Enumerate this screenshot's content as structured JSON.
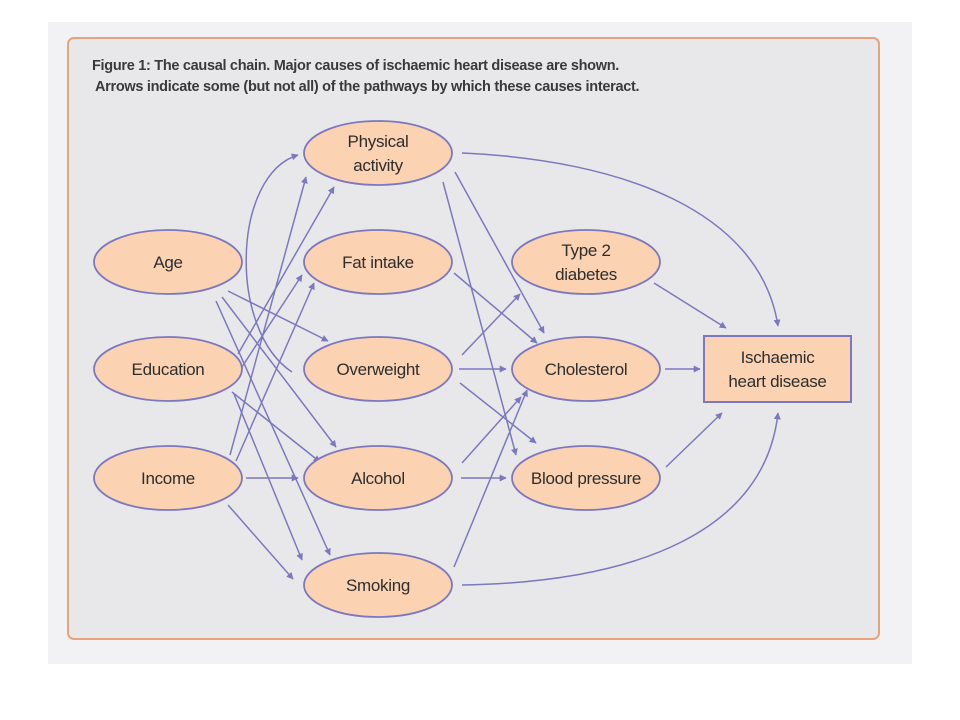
{
  "caption": {
    "line1": "Figure 1: The causal chain. Major causes of ischaemic heart disease are shown.",
    "line2": "Arrows indicate some (but not all) of the pathways by which these causes interact."
  },
  "colors": {
    "node_fill": "#fbd2b2",
    "node_stroke": "#7b78bf",
    "arrow": "#7b78bf",
    "panel_border": "#e6a37c",
    "panel_bg": "#e8e8eb"
  },
  "nodes": {
    "age": [
      "Age"
    ],
    "education": [
      "Education"
    ],
    "income": [
      "Income"
    ],
    "physical_activity": [
      "Physical",
      "activity"
    ],
    "fat_intake": [
      "Fat intake"
    ],
    "overweight": [
      "Overweight"
    ],
    "alcohol": [
      "Alcohol"
    ],
    "smoking": [
      "Smoking"
    ],
    "type2_diabetes": [
      "Type 2",
      "diabetes"
    ],
    "cholesterol": [
      "Cholesterol"
    ],
    "blood_pressure": [
      "Blood pressure"
    ],
    "ihd": [
      "Ischaemic",
      "heart disease"
    ]
  },
  "edges": [
    [
      "age",
      "overweight"
    ],
    [
      "age",
      "alcohol"
    ],
    [
      "age",
      "smoking"
    ],
    [
      "age",
      "physical_activity"
    ],
    [
      "education",
      "physical_activity"
    ],
    [
      "education",
      "fat_intake"
    ],
    [
      "education",
      "alcohol"
    ],
    [
      "education",
      "smoking"
    ],
    [
      "income",
      "physical_activity"
    ],
    [
      "income",
      "fat_intake"
    ],
    [
      "income",
      "alcohol"
    ],
    [
      "income",
      "smoking"
    ],
    [
      "physical_activity",
      "cholesterol"
    ],
    [
      "physical_activity",
      "blood_pressure"
    ],
    [
      "physical_activity",
      "ihd"
    ],
    [
      "fat_intake",
      "cholesterol"
    ],
    [
      "overweight",
      "type2_diabetes"
    ],
    [
      "overweight",
      "cholesterol"
    ],
    [
      "overweight",
      "blood_pressure"
    ],
    [
      "alcohol",
      "cholesterol"
    ],
    [
      "alcohol",
      "blood_pressure"
    ],
    [
      "smoking",
      "cholesterol"
    ],
    [
      "smoking",
      "ihd"
    ],
    [
      "type2_diabetes",
      "ihd"
    ],
    [
      "cholesterol",
      "ihd"
    ],
    [
      "blood_pressure",
      "ihd"
    ]
  ]
}
